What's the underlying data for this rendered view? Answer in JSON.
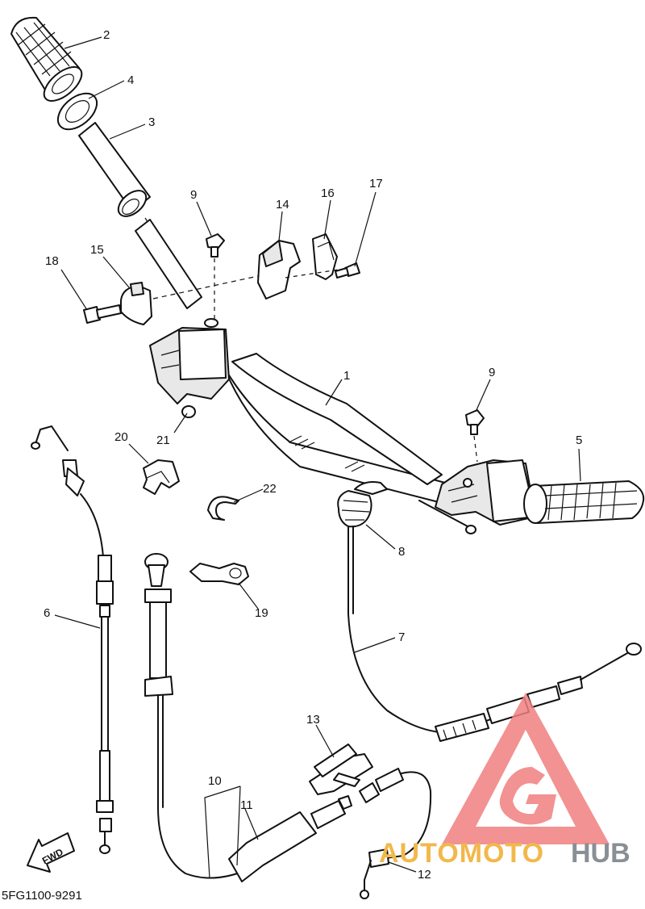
{
  "diagram": {
    "part_code": "5FG1100-9291",
    "fwd_label": "FWD",
    "callouts": [
      {
        "id": "c2",
        "text": "2"
      },
      {
        "id": "c4",
        "text": "4"
      },
      {
        "id": "c3",
        "text": "3"
      },
      {
        "id": "c9a",
        "text": "9"
      },
      {
        "id": "c14",
        "text": "14"
      },
      {
        "id": "c16",
        "text": "16"
      },
      {
        "id": "c17",
        "text": "17"
      },
      {
        "id": "c18",
        "text": "18"
      },
      {
        "id": "c15",
        "text": "15"
      },
      {
        "id": "c1",
        "text": "1"
      },
      {
        "id": "c9b",
        "text": "9"
      },
      {
        "id": "c5",
        "text": "5"
      },
      {
        "id": "c20",
        "text": "20"
      },
      {
        "id": "c21",
        "text": "21"
      },
      {
        "id": "c22",
        "text": "22"
      },
      {
        "id": "c8",
        "text": "8"
      },
      {
        "id": "c19",
        "text": "19"
      },
      {
        "id": "c6",
        "text": "6"
      },
      {
        "id": "c7",
        "text": "7"
      },
      {
        "id": "c13",
        "text": "13"
      },
      {
        "id": "c10",
        "text": "10"
      },
      {
        "id": "c11",
        "text": "11"
      },
      {
        "id": "c12",
        "text": "12"
      }
    ]
  },
  "watermark": {
    "word_1": "AUTOMOTO",
    "word_2": "HUB",
    "color_1": "#f2b84b",
    "color_2": "#8a8f96",
    "logo_color": "#f08080"
  }
}
